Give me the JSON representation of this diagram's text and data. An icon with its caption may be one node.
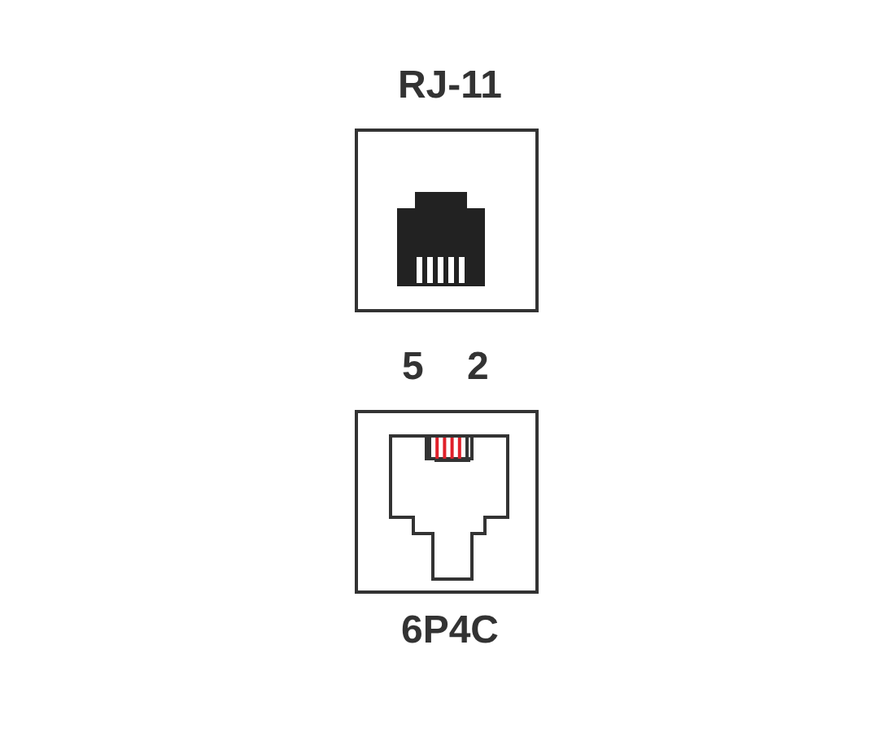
{
  "diagram": {
    "nodes": [
      {
        "text": [
          "RJ-11"
        ]
      },
      {
        "text": [
          "6P4C"
        ]
      }
    ],
    "labels": [
      "5",
      "2"
    ]
  }
}
